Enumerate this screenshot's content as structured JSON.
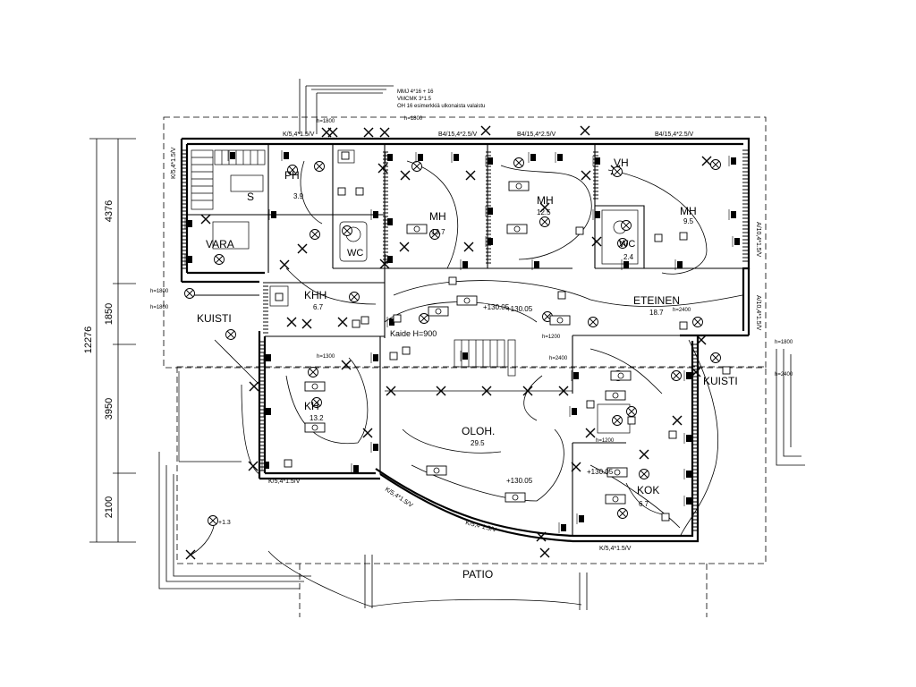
{
  "drawing": {
    "notes": {
      "lines": [
        "MMJ 4*16 + 16",
        "VMCMK 3*1.5",
        "OH 16 esimerkkiä ulkonaista valaistu"
      ]
    },
    "dimensions": [
      "4376",
      "1850",
      "3950",
      "2100"
    ],
    "overall_dimension": "12276",
    "rooms": [
      {
        "name": "KUISTI",
        "area": ""
      },
      {
        "name": "VARA",
        "area": ""
      },
      {
        "name": "S",
        "area": ""
      },
      {
        "name": "PH",
        "area": "3.9"
      },
      {
        "name": "WC",
        "area": ""
      },
      {
        "name": "KHH",
        "area": "6.7"
      },
      {
        "name": "MH",
        "area": "13.7"
      },
      {
        "name": "MH",
        "area": "12.5"
      },
      {
        "name": "VH",
        "area": ""
      },
      {
        "name": "MH",
        "area": "9.5"
      },
      {
        "name": "WC",
        "area": "2.4"
      },
      {
        "name": "ETEINEN",
        "area": "18.7"
      },
      {
        "name": "KUISTI",
        "area": ""
      },
      {
        "name": "OLOH.",
        "area": "29.5"
      },
      {
        "name": "KH",
        "area": "13.2"
      },
      {
        "name": "KOK",
        "area": "6.7"
      },
      {
        "name": "PATIO",
        "area": ""
      }
    ],
    "annotations": [
      "h=1800",
      "h=1800",
      "h=1800",
      "h=1800",
      "h=1300",
      "h=2400",
      "h=1200",
      "h=2400",
      "h=2400",
      "h=1800",
      "Kaide H=900",
      "h=1200",
      "+130.05",
      "+130.05",
      "+130.05",
      "+130.05",
      "+1.3"
    ],
    "cable_labels": [
      "K/5,4*1.5/V",
      "B4/15,4*2.5/V",
      "B4/15,4*2.5/V",
      "B4/15,4*2.5/V",
      "A/10,4*1.5/V",
      "A/10,4*1.5/V",
      "K/5,4*1.5/V",
      "K/5,4*1.5/V",
      "K/5,4*1.5/V",
      "K/5,4*1.5/V",
      "K/5,4*1.5/V"
    ]
  }
}
